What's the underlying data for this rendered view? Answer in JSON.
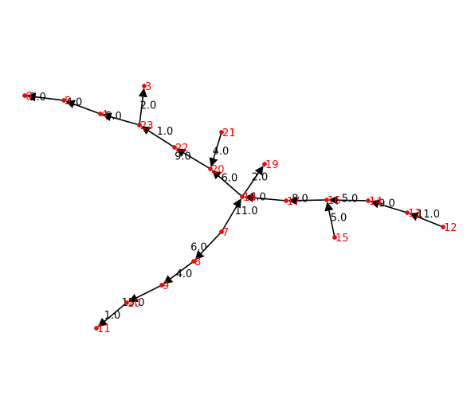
{
  "graph": {
    "type": "directed-weighted-tree",
    "nodes": [
      {
        "id": "3",
        "label": "3"
      },
      {
        "id": "4",
        "label": "4"
      },
      {
        "id": "5",
        "label": "5"
      },
      {
        "id": "6",
        "label": "6"
      },
      {
        "id": "7",
        "label": "7"
      },
      {
        "id": "8",
        "label": "8"
      },
      {
        "id": "9",
        "label": "9"
      },
      {
        "id": "10",
        "label": "10"
      },
      {
        "id": "11",
        "label": "11"
      },
      {
        "id": "12",
        "label": "12"
      },
      {
        "id": "13",
        "label": "13"
      },
      {
        "id": "14",
        "label": "14"
      },
      {
        "id": "15",
        "label": "15"
      },
      {
        "id": "16",
        "label": "16"
      },
      {
        "id": "17",
        "label": "17"
      },
      {
        "id": "18",
        "label": "18"
      },
      {
        "id": "19",
        "label": "19"
      },
      {
        "id": "20",
        "label": "20"
      },
      {
        "id": "21",
        "label": "21"
      },
      {
        "id": "22",
        "label": "22"
      },
      {
        "id": "23",
        "label": "23"
      }
    ],
    "edges": [
      {
        "from": "5",
        "to": "6",
        "weight": "2.0"
      },
      {
        "from": "4",
        "to": "5",
        "weight": "4.0"
      },
      {
        "from": "23",
        "to": "4",
        "weight": "5.0"
      },
      {
        "from": "23",
        "to": "3",
        "weight": "2.0"
      },
      {
        "from": "22",
        "to": "23",
        "weight": "1.0"
      },
      {
        "from": "20",
        "to": "22",
        "weight": "9.0"
      },
      {
        "from": "21",
        "to": "20",
        "weight": "4.0"
      },
      {
        "from": "18",
        "to": "20",
        "weight": "6.0"
      },
      {
        "from": "18",
        "to": "19",
        "weight": "2.0"
      },
      {
        "from": "17",
        "to": "18",
        "weight": "6.0"
      },
      {
        "from": "16",
        "to": "17",
        "weight": "8.0"
      },
      {
        "from": "15",
        "to": "16",
        "weight": "5.0"
      },
      {
        "from": "14",
        "to": "16",
        "weight": "5.0"
      },
      {
        "from": "13",
        "to": "14",
        "weight": "9.0"
      },
      {
        "from": "12",
        "to": "13",
        "weight": "11.0"
      },
      {
        "from": "7",
        "to": "18",
        "weight": "11.0"
      },
      {
        "from": "7",
        "to": "8",
        "weight": "6.0"
      },
      {
        "from": "8",
        "to": "9",
        "weight": "4.0"
      },
      {
        "from": "9",
        "to": "10",
        "weight": "15.0"
      },
      {
        "from": "10",
        "to": "11",
        "weight": "1.0"
      }
    ]
  },
  "colors": {
    "node": "#ff0000",
    "edge": "#000000",
    "background": "#ffffff"
  }
}
